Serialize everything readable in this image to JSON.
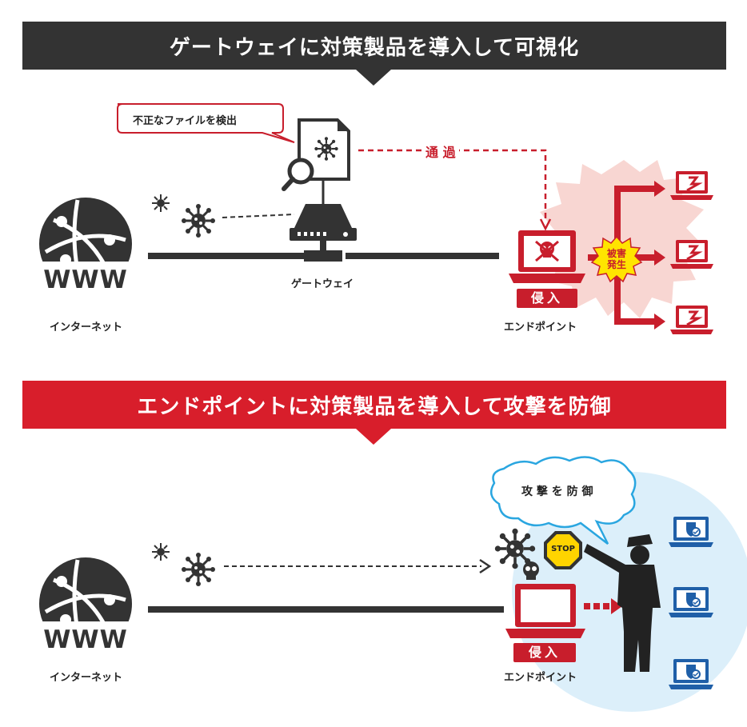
{
  "top": {
    "title": "ゲートウェイに対策製品を導入して可視化",
    "callout": "不正なファイルを検出",
    "pass_label": "通 過",
    "internet_label": "インターネット",
    "gateway_label": "ゲートウェイ",
    "endpoint_label": "エンドポイント",
    "intrusion_tag": "侵入",
    "damage_line1": "被害",
    "damage_line2": "発生",
    "www": "WWW"
  },
  "bottom": {
    "title": "エンドポイントに対策製品を導入して攻撃を防御",
    "speech": "攻 撃 を 防 御",
    "internet_label": "インターネット",
    "endpoint_label": "エンドポイント",
    "intrusion_tag": "侵入",
    "stop_sign": "STOP",
    "www": "WWW"
  },
  "colors": {
    "dark_banner": "#333333",
    "red_banner": "#d81e2b",
    "accent_red": "#c81e2c",
    "shield_blue": "#1f5fa8"
  }
}
